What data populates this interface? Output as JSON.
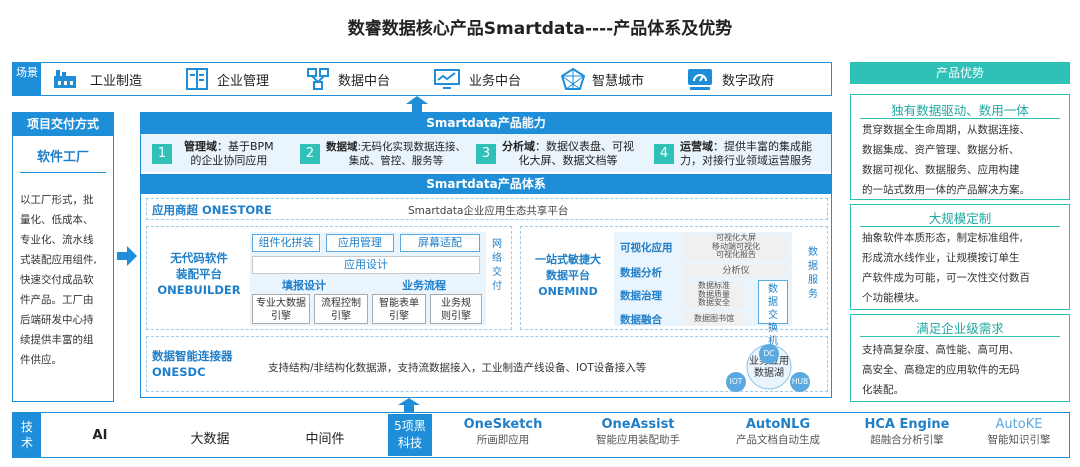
{
  "title": "数睿数据核心产品Smartdata----产品体系及优势",
  "scenes": {
    "label": "场景",
    "items": [
      "工业制造",
      "企业管理",
      "数据中台",
      "业务中台",
      "智慧城市",
      "数字政府"
    ]
  },
  "delivery": {
    "header": "项目交付方式",
    "name": "软件工厂",
    "text": [
      "以工厂形式，批",
      "量化、低成本、",
      "专业化、流水线",
      "式装配应用组件,",
      "快速交付成品软",
      "件产品。工厂由",
      "后端研发中心持",
      "续提供丰富的组",
      "件供应。"
    ]
  },
  "capability": {
    "title": "Smartdata产品能力",
    "items": [
      {
        "num": "1",
        "name": "管理域",
        "text1": "：基于BPM",
        "text2": "的企业协同应用"
      },
      {
        "num": "2",
        "name": "数据域",
        "text1": ":无码化实现数据连接、",
        "text2": "集成、管控、服务等"
      },
      {
        "num": "3",
        "name": "分析域",
        "text1": "：数据仪表盘、可视",
        "text2": "化大屏、数据文档等"
      },
      {
        "num": "4",
        "name": "运营域",
        "text1": "：提供丰富的集成能",
        "text2": "力，对接行业领域运营服务"
      }
    ]
  },
  "system": {
    "title": "Smartdata产品体系",
    "store": {
      "name": "应用商超 ONESTORE",
      "desc": "Smartdata企业应用生态共享平台"
    },
    "builder": {
      "name1": "无代码软件",
      "name2": "装配平台",
      "name3": "ONEBUILDER",
      "chips": [
        "组件化拼装",
        "应用管理",
        "屏幕适配"
      ],
      "design": "应用设计",
      "fill": "填报设计",
      "flow": "业务流程",
      "engines": [
        [
          "专业大数据",
          "引擎"
        ],
        [
          "流程控制",
          "引擎"
        ],
        [
          "智能表单",
          "引擎"
        ],
        [
          "业务规",
          "则引擎"
        ]
      ],
      "side": "网络交付"
    },
    "mind": {
      "name1": "一站式敏捷大",
      "name2": "数据平台",
      "name3": "ONEMIND",
      "rows": [
        {
          "label": "可视化应用",
          "items": [
            "可视化大屏",
            "移动端可视化",
            "可视化报告"
          ]
        },
        {
          "label": "数据分析",
          "items": [
            "分析仪"
          ]
        },
        {
          "label": "数据治理",
          "items": [
            "数据标准",
            "数据质量",
            "数据安全"
          ]
        },
        {
          "label": "数据融合",
          "items": [
            "数据图书馆"
          ]
        }
      ],
      "exchange": "数据交换机",
      "service": "数据服务"
    },
    "sdc": {
      "name1": "数据智能连接器",
      "name2": "ONESDC",
      "desc": "支持结构/非结构化数据源，支持流数据接入，工业制造产线设备、IOT设备接入等",
      "lake1": "业务应用",
      "lake2": "数据湖",
      "dc": "DC",
      "iot": "IOT",
      "hub": "HUB"
    }
  },
  "advantages": {
    "header": "产品优势",
    "items": [
      {
        "title": "独有数据驱动、数用一体",
        "lines": [
          "贯穿数据全生命周期，从数据连接、",
          "数据集成、资产管理、数据分析、",
          "数据可视化、数据服务、应用构建",
          "的一站式数用一体的产品解决方案。"
        ]
      },
      {
        "title": "大规模定制",
        "lines": [
          "抽象软件本质形态，制定标准组件,",
          "形成流水线作业，让规模按订单生",
          "产软件成为可能，可一次性交付数百",
          "个功能模块。"
        ]
      },
      {
        "title": "满足企业级需求",
        "lines": [
          "支持高复杂度、高性能、高可用、",
          "高安全、高稳定的应用软件的无码",
          "化装配。"
        ]
      }
    ]
  },
  "tech": {
    "label": "技术",
    "items": [
      "AI",
      "大数据",
      "中间件"
    ],
    "badge": "5项黑科技",
    "products": [
      {
        "name": "OneSketch",
        "desc": "所画即应用"
      },
      {
        "name": "OneAssist",
        "desc": "智能应用装配助手"
      },
      {
        "name": "AutoNLG",
        "desc": "产品文档自动生成"
      },
      {
        "name": "HCA Engine",
        "desc": "超融合分析引擎"
      },
      {
        "name": "AutoKE",
        "desc": "智能知识引擎"
      }
    ]
  }
}
